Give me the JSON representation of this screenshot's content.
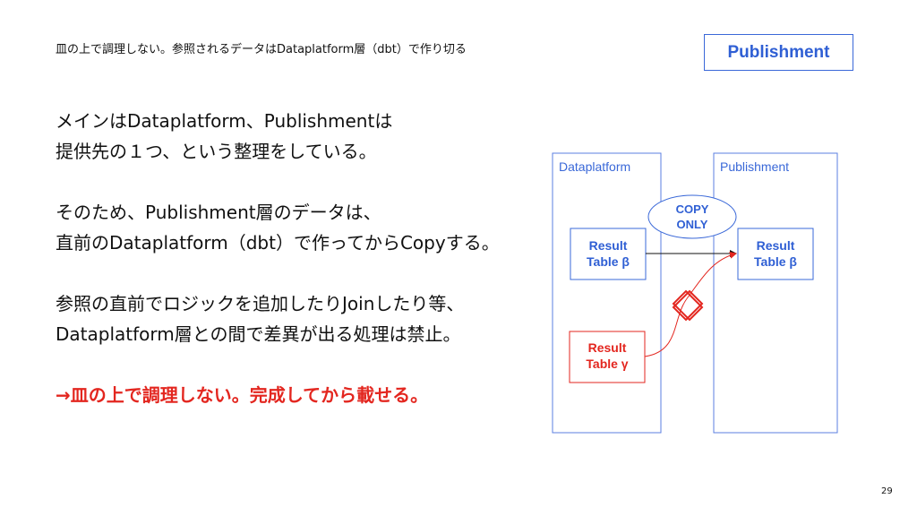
{
  "header": {
    "note": "皿の上で調理しない。参照されるデータはDataplatform層（dbt）で作り切る",
    "badge": "Publishment"
  },
  "body": {
    "para1": [
      "メインはDataplatform、Publishmentは",
      "提供先の１つ、という整理をしている。"
    ],
    "para2": [
      "そのため、Publishment層のデータは、",
      "直前のDataplatform（dbt）で作ってからCopyする。"
    ],
    "para3": [
      "参照の直前でロジックを追加したりJoinしたり等、",
      "Dataplatform層との間で差異が出る処理は禁止。"
    ],
    "conclusion": "→皿の上で調理しない。完成してから載せる。"
  },
  "diagram": {
    "left_container": "Dataplatform",
    "right_container": "Publishment",
    "copy_label": [
      "COPY",
      "ONLY"
    ],
    "left_table_beta": [
      "Result",
      "Table β"
    ],
    "left_table_gamma": [
      "Result",
      "Table γ"
    ],
    "right_table_beta": [
      "Result",
      "Table β"
    ],
    "colors": {
      "blue": "#3a68d8",
      "red": "#e3261f"
    }
  },
  "page": {
    "number": "29"
  }
}
